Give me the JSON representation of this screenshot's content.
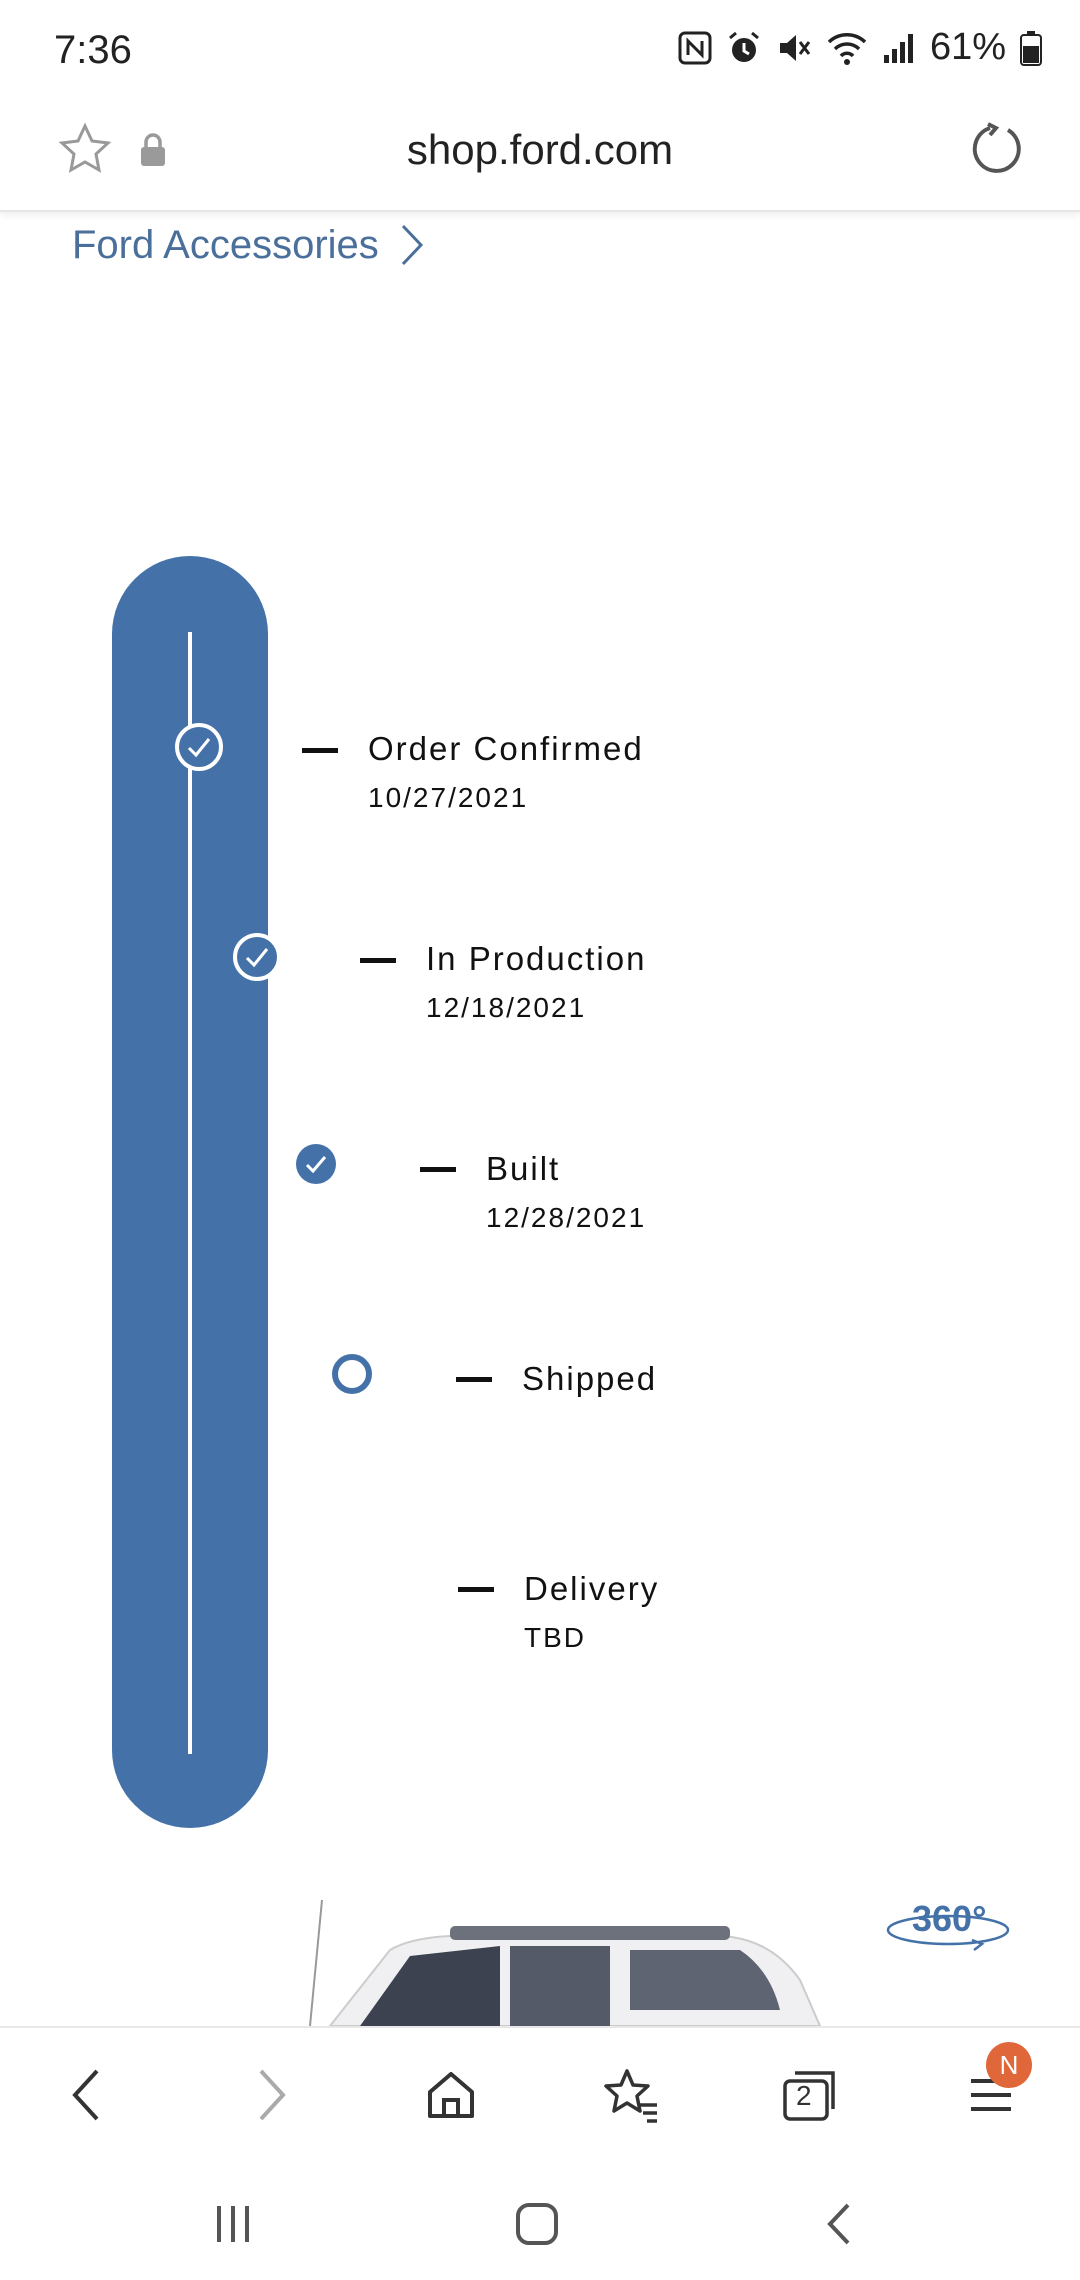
{
  "status_bar": {
    "time": "7:36",
    "battery": "61%",
    "icons": [
      "nfc-icon",
      "alarm-icon",
      "mute-icon",
      "wifi-icon",
      "signal-icon",
      "battery-icon"
    ]
  },
  "browser": {
    "url": "shop.ford.com",
    "icons": [
      "star-icon",
      "lock-icon",
      "reload-icon"
    ]
  },
  "breadcrumb": {
    "label": "Ford Accessories"
  },
  "tracker": {
    "accent": "#4472a8",
    "steps": [
      {
        "label": "Order Confirmed",
        "date": "10/27/2021",
        "status": "complete"
      },
      {
        "label": "In Production",
        "date": "12/18/2021",
        "status": "complete"
      },
      {
        "label": "Built",
        "date": "12/28/2021",
        "status": "complete"
      },
      {
        "label": "Shipped",
        "date": "",
        "status": "pending"
      },
      {
        "label": "Delivery",
        "date": "TBD",
        "status": "pending"
      }
    ]
  },
  "vehicle": {
    "view_label": "360°"
  },
  "toolbar": {
    "tabs_count": "2",
    "menu_badge": "N",
    "icons": [
      "back-icon",
      "forward-icon",
      "home-icon",
      "bookmarks-icon",
      "tabs-icon",
      "menu-icon"
    ]
  }
}
